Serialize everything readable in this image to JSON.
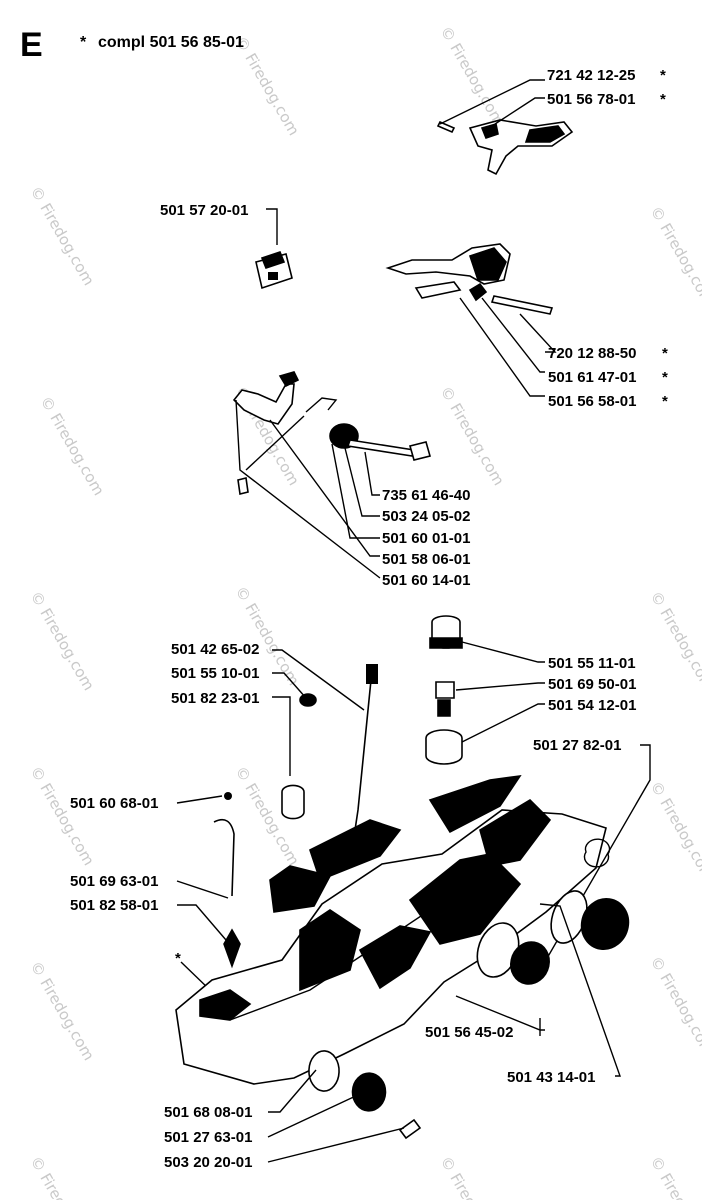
{
  "section_letter": "E",
  "header": {
    "marker": "*",
    "text": "compl 501 56 85-01"
  },
  "watermark": "© Firedog.com",
  "labels": {
    "p721421225": "721 42 12-25",
    "p501567801": "501 56 78-01",
    "p501572001": "501 57 20-01",
    "p720128850": "720 12 88-50",
    "p501614701": "501 61 47-01",
    "p501565801": "501 56 58-01",
    "p735614640": "735 61 46-40",
    "p503240502": "503 24 05-02",
    "p501600101": "501 60 01-01",
    "p501580601": "501 58 06-01",
    "p501601401": "501 60 14-01",
    "p501426502": "501 42 65-02",
    "p501551001": "501 55 10-01",
    "p501822301": "501 82 23-01",
    "p501551101": "501 55 11-01",
    "p501695001": "501 69 50-01",
    "p501541201": "501 54 12-01",
    "p501278201": "501 27 82-01",
    "p501606801": "501 60 68-01",
    "p501696301": "501 69 63-01",
    "p501825801": "501 82 58-01",
    "p501564502": "501 56 45-02",
    "p501431401": "501 43 14-01",
    "p501680801": "501 68 08-01",
    "p501276301": "501 27 63-01",
    "p503202001": "503 20 20-01"
  },
  "asterisk": "*"
}
